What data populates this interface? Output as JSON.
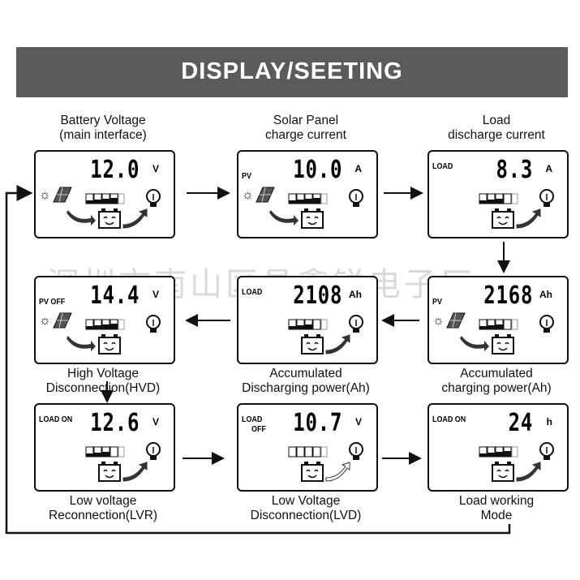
{
  "header": {
    "title": "DISPLAY/SEETING"
  },
  "watermark": "深圳市南山区昌鑫锐电子厂",
  "panels": [
    {
      "id": "battery-voltage",
      "label": [
        "Battery Voltage",
        "(main interface)"
      ],
      "label_pos": "above",
      "mode": [],
      "value": "12.0",
      "unit": "V",
      "pv_icon": true,
      "bar_fill": 4,
      "charge_arrow": true,
      "load_arrow": "filled"
    },
    {
      "id": "solar-charge-current",
      "label": [
        "Solar Panel",
        "charge current"
      ],
      "label_pos": "above",
      "mode": [
        "PV"
      ],
      "value": "10.0",
      "unit": "A",
      "pv_icon": true,
      "bar_fill": 4,
      "charge_arrow": true,
      "load_arrow": "none"
    },
    {
      "id": "load-discharge-current",
      "label": [
        "Load",
        "discharge current"
      ],
      "label_pos": "above",
      "mode": [
        "LOAD"
      ],
      "value": "8.3",
      "unit": "A",
      "pv_icon": false,
      "bar_fill": 3,
      "charge_arrow": false,
      "load_arrow": "filled"
    },
    {
      "id": "hvd",
      "label": [
        "High Voltage",
        "Disconnection(HVD)"
      ],
      "label_pos": "below",
      "mode": [
        "PV OFF"
      ],
      "value": "14.4",
      "unit": "V",
      "pv_icon": true,
      "bar_fill": 4,
      "charge_arrow": true,
      "load_arrow": "none"
    },
    {
      "id": "accumulated-discharging",
      "label": [
        "Accumulated",
        "Discharging power(Ah)"
      ],
      "label_pos": "below",
      "mode": [
        "LOAD"
      ],
      "value": "2108",
      "unit": "Ah",
      "pv_icon": false,
      "bar_fill": 3,
      "charge_arrow": false,
      "load_arrow": "filled"
    },
    {
      "id": "accumulated-charging",
      "label": [
        "Accumulated",
        "charging power(Ah)"
      ],
      "label_pos": "below",
      "mode": [
        "PV"
      ],
      "value": "2168",
      "unit": "Ah",
      "pv_icon": true,
      "bar_fill": 3,
      "charge_arrow": true,
      "load_arrow": "none"
    },
    {
      "id": "lvr",
      "label": [
        "Low voltage",
        "Reconnection(LVR)"
      ],
      "label_pos": "below",
      "mode": [
        "LOAD ON"
      ],
      "value": "12.6",
      "unit": "V",
      "pv_icon": false,
      "bar_fill": 3,
      "charge_arrow": false,
      "load_arrow": "filled"
    },
    {
      "id": "lvd",
      "label": [
        "Low Voltage",
        "Disconnection(LVD)"
      ],
      "label_pos": "below",
      "mode": [
        "LOAD",
        "OFF"
      ],
      "value": "10.7",
      "unit": "V",
      "pv_icon": false,
      "bar_fill": 0,
      "charge_arrow": false,
      "load_arrow": "outline"
    },
    {
      "id": "load-working-mode",
      "label": [
        "Load working",
        "Mode"
      ],
      "label_pos": "below",
      "mode": [
        "LOAD ON"
      ],
      "value": "24",
      "unit": "h",
      "pv_icon": false,
      "bar_fill": 4,
      "charge_arrow": false,
      "load_arrow": "filled"
    }
  ]
}
